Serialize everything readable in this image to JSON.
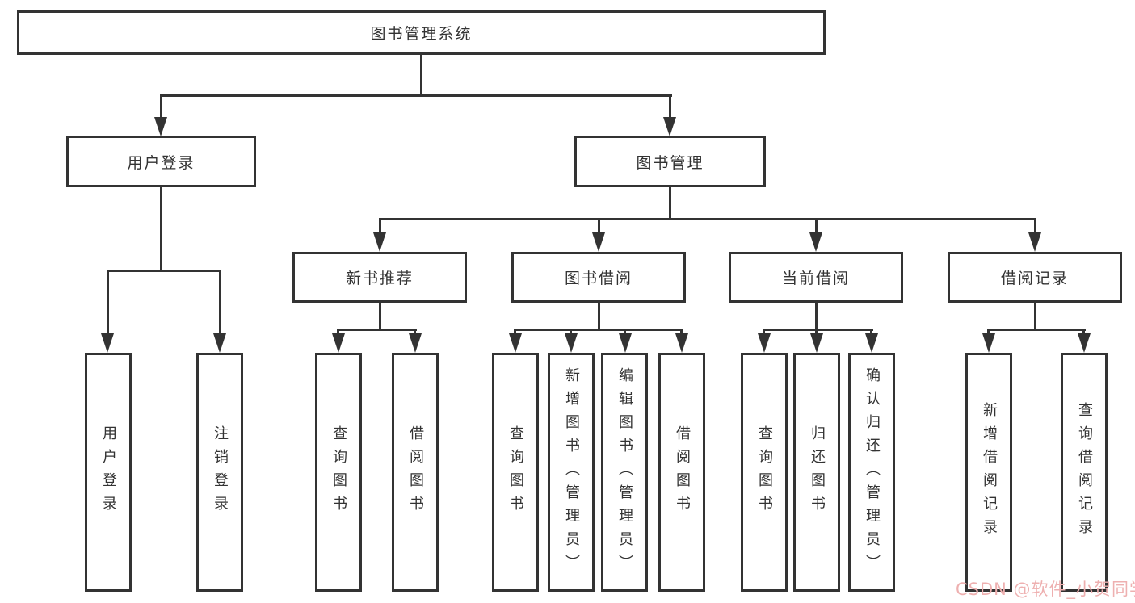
{
  "tree": {
    "root": {
      "label": "图书管理系统",
      "children": [
        {
          "label": "用户登录",
          "children": [
            {
              "label": "用户登录"
            },
            {
              "label": "注销登录"
            }
          ]
        },
        {
          "label": "图书管理",
          "children": [
            {
              "label": "新书推荐",
              "children": [
                {
                  "label": "查询图书"
                },
                {
                  "label": "借阅图书"
                }
              ]
            },
            {
              "label": "图书借阅",
              "children": [
                {
                  "label": "查询图书"
                },
                {
                  "label": "新增图书（管理员）"
                },
                {
                  "label": "编辑图书（管理员）"
                },
                {
                  "label": "借阅图书"
                }
              ]
            },
            {
              "label": "当前借阅",
              "children": [
                {
                  "label": "查询图书"
                },
                {
                  "label": "归还图书"
                },
                {
                  "label": "确认归还（管理员）"
                }
              ]
            },
            {
              "label": "借阅记录",
              "children": [
                {
                  "label": "新增借阅记录"
                },
                {
                  "label": "查询借阅记录"
                }
              ]
            }
          ]
        }
      ]
    }
  },
  "watermark": {
    "text": "CSDN @软件_小贺同学",
    "color": "#eeb0b0"
  },
  "colors": {
    "line": "#333333",
    "text": "#333333",
    "background": "#ffffff"
  }
}
